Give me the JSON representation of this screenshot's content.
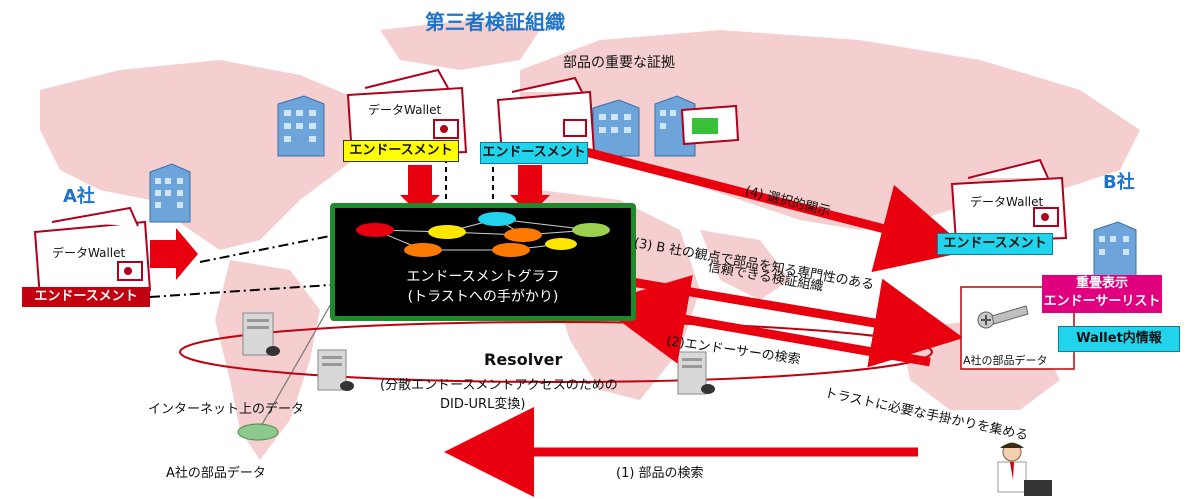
{
  "header": {
    "org_title": "第三者検証組織",
    "evidence": "部品の重要な証拠"
  },
  "companies": {
    "a": "A社",
    "b": "B社"
  },
  "wallets": {
    "data_wallet": "データWallet",
    "endorsement": "エンドースメント"
  },
  "graph": {
    "line1": "エンドースメントグラフ",
    "line2": "(トラストへの手がかり)"
  },
  "steps": {
    "step4": "(4) 選択的開示",
    "step3_line1": "(3) B 社の観点で部品を知る専門性のある",
    "step3_line2": "信頼できる検証組織",
    "step2": "(2)エンドーサーの検索",
    "step1": "(1) 部品の検索",
    "trust": "トラストに必要な手掛かりを集める"
  },
  "resolver": {
    "title": "Resolver",
    "line1": "(分散エンドースメントアクセスのための",
    "line2": "DID-URL変換)"
  },
  "internet": "インターネット上のデータ",
  "a_parts_data": "A社の部品データ",
  "b_panel": {
    "overlay_line1": "重畳表示",
    "overlay_line2": "エンドーサーリスト",
    "wallet_info": "Wallet内情報",
    "parts_label": "A社の部品データ"
  },
  "colors": {
    "arrow_red": "#e8000f",
    "map_pink": "#f5cfcf",
    "graph_border": "#1f8a2c",
    "title_blue": "#1f74c8"
  }
}
